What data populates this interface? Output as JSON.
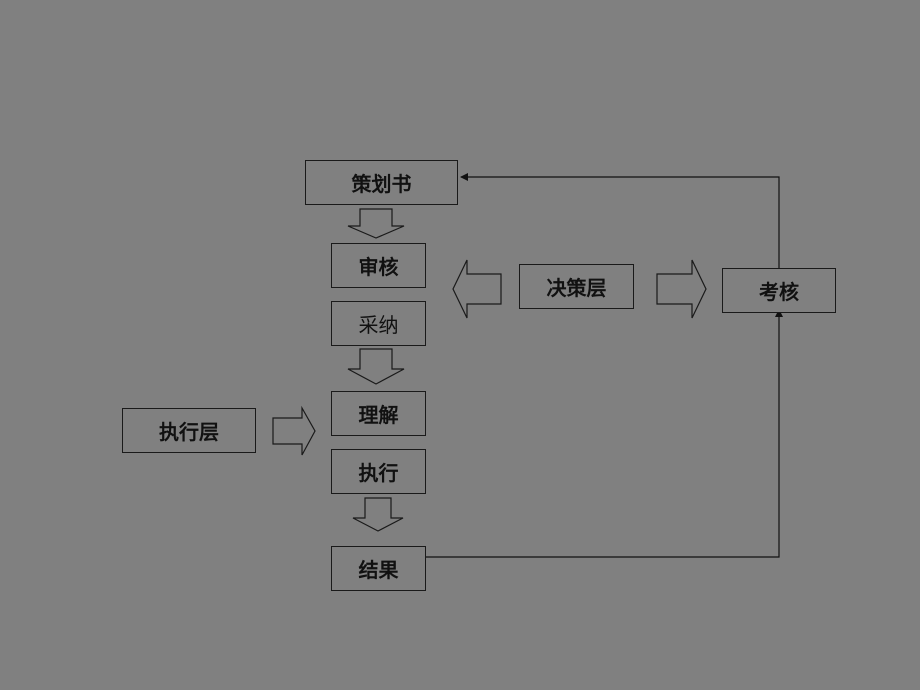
{
  "nodes": {
    "plan": "策划书",
    "review": "审核",
    "adopt": "采纳",
    "understand": "理解",
    "execute": "执行",
    "result": "结果",
    "decision_layer": "决策层",
    "assessment": "考核",
    "execution_layer": "执行层"
  },
  "colors": {
    "background": "#808080",
    "line": "#111111"
  }
}
